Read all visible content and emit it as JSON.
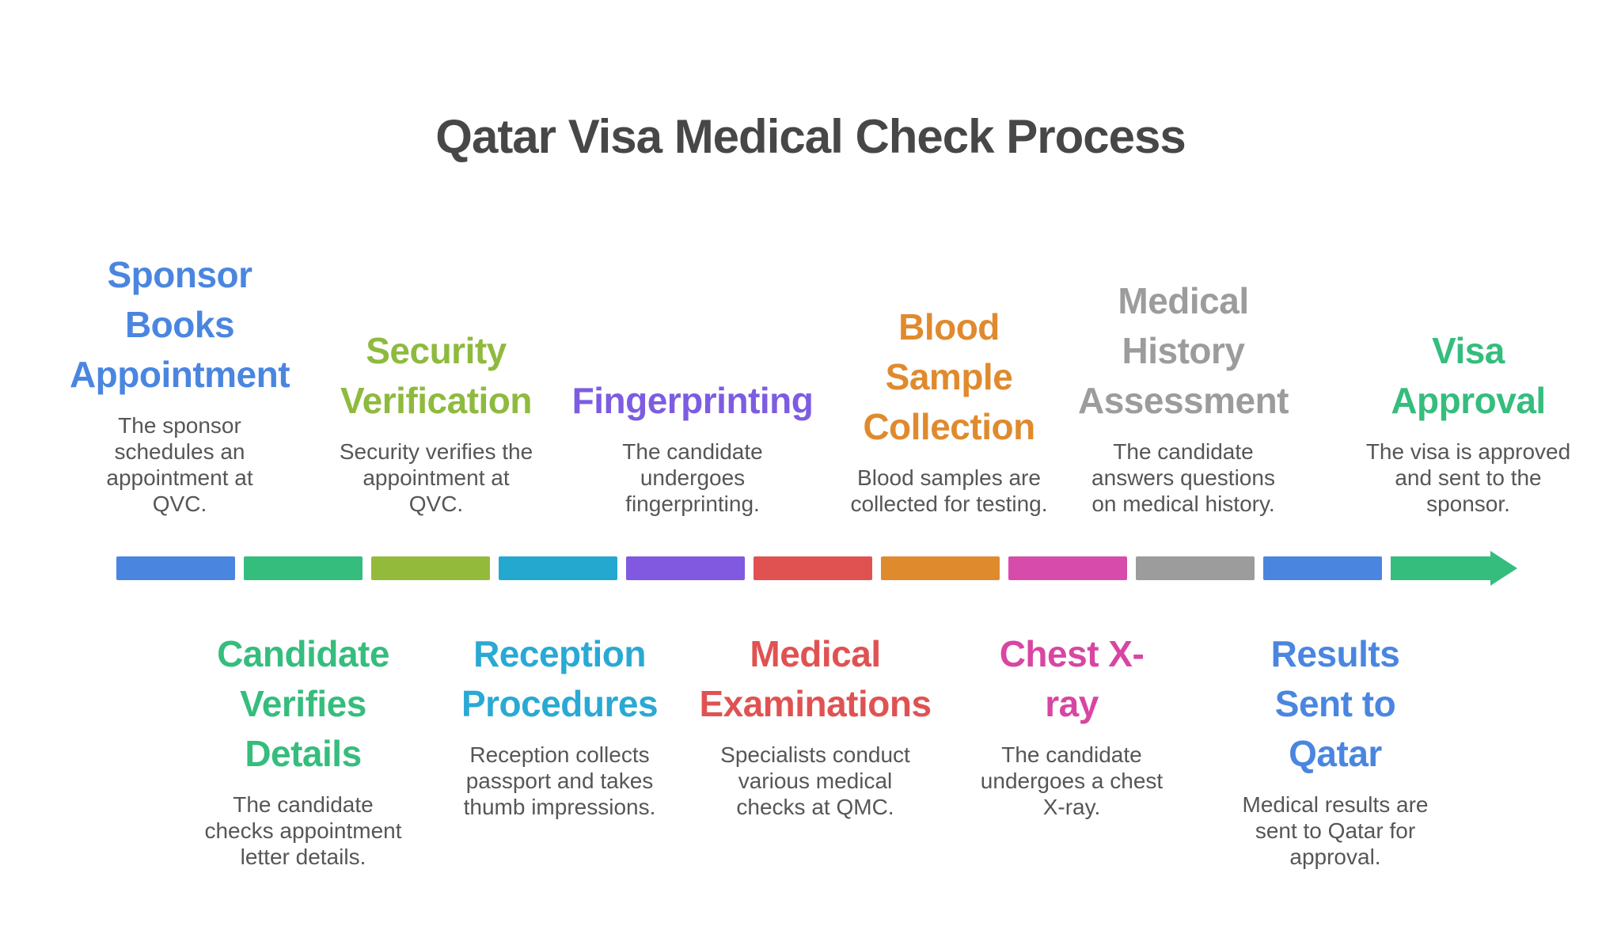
{
  "title": "Qatar Visa Medical Check Process",
  "text_colors": {
    "title_color": "#474747",
    "description_color": "#565656"
  },
  "stages": [
    {
      "label": "Sponsor Books Appointment",
      "position": "top",
      "color": "#4a86e0",
      "heading": "Sponsor\nBooks\nAppointment",
      "description": "The sponsor\nschedules an\nappointment at\nQVC."
    },
    {
      "label": "Candidate Verifies Details",
      "position": "bottom",
      "color": "#35bd7d",
      "heading": "Candidate\nVerifies\nDetails",
      "description": "The candidate\nchecks appointment\nletter details."
    },
    {
      "label": "Security Verification",
      "position": "top",
      "color": "#8eba3e",
      "heading": "Security\nVerification",
      "description": "Security verifies the\nappointment at\nQVC."
    },
    {
      "label": "Reception Procedures",
      "position": "bottom",
      "color": "#29a9d4",
      "heading": "Reception\nProcedures",
      "description": "Reception collects\npassport and takes\nthumb impressions."
    },
    {
      "label": "Fingerprinting",
      "position": "top",
      "color": "#7d5ce2",
      "heading": "Fingerprinting",
      "description": "The candidate\nundergoes\nfingerprinting."
    },
    {
      "label": "Medical Examinations",
      "position": "bottom",
      "color": "#e05252",
      "heading": "Medical\nExaminations",
      "description": "Specialists conduct\nvarious medical\nchecks at QMC."
    },
    {
      "label": "Blood Sample Collection",
      "position": "top",
      "color": "#e08a2e",
      "heading": "Blood\nSample\nCollection",
      "description": "Blood samples are\ncollected for testing."
    },
    {
      "label": "Chest X-ray",
      "position": "bottom",
      "color": "#d746a2",
      "heading": "Chest X-\nray",
      "description": "The candidate\nundergoes a chest\nX-ray."
    },
    {
      "label": "Medical History Assessment",
      "position": "top",
      "color": "#9c9c9c",
      "heading": "Medical\nHistory\nAssessment",
      "description": "The candidate\nanswers questions\non medical history."
    },
    {
      "label": "Results Sent to Qatar",
      "position": "bottom",
      "color": "#4a86e0",
      "heading": "Results\nSent to\nQatar",
      "description": "Medical results are\nsent to Qatar for\napproval."
    },
    {
      "label": "Visa Approval",
      "position": "top",
      "color": "#35bd7d",
      "heading": "Visa\nApproval",
      "description": "The visa is approved\nand sent to the\nsponsor."
    }
  ],
  "timeline": {
    "segments": [
      {
        "color": "#4a86e0"
      },
      {
        "color": "#35bd7d"
      },
      {
        "color": "#94ba3c"
      },
      {
        "color": "#24a8d0"
      },
      {
        "color": "#8059e0"
      },
      {
        "color": "#e05252"
      },
      {
        "color": "#e08a2e"
      },
      {
        "color": "#d74cab"
      },
      {
        "color": "#9c9c9c"
      },
      {
        "color": "#4a86e0"
      }
    ],
    "arrow_color": "#35bd7d"
  }
}
